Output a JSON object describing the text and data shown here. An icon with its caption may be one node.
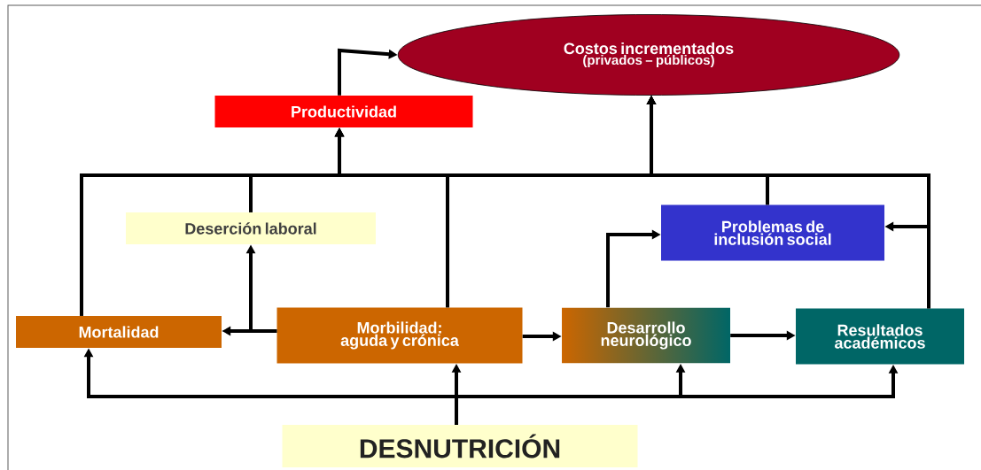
{
  "diagram": {
    "nodes": [
      {
        "text": [
          "Costos incrementados",
          "(privados – públicos)"
        ]
      },
      {
        "text": [
          "Productividad"
        ]
      },
      {
        "text": [
          "Deserción laboral"
        ]
      },
      {
        "text": [
          "Problemas de inclusión social"
        ]
      },
      {
        "text": [
          "Mortalidad"
        ]
      },
      {
        "text": [
          "Morbilidad: aguda y crónica"
        ]
      },
      {
        "text": [
          "Desarrollo neurológico"
        ]
      },
      {
        "text": [
          "Resultados académicos"
        ]
      },
      {
        "text": [
          "DESNUTRICIÓN"
        ]
      }
    ],
    "edges": [
      {
        "from": 1,
        "to": 0,
        "arrow": "to"
      },
      {
        "from": 4,
        "to": 1,
        "arrow": "to"
      },
      {
        "from": 2,
        "to": 1,
        "arrow": "to"
      },
      {
        "from": 5,
        "to": 1,
        "arrow": "to"
      },
      {
        "from": 3,
        "to": 1,
        "arrow": "to"
      },
      {
        "from": 7,
        "to": 1,
        "arrow": "to"
      },
      {
        "from": 4,
        "to": 0,
        "arrow": "to"
      },
      {
        "from": 2,
        "to": 0,
        "arrow": "to"
      },
      {
        "from": 5,
        "to": 0,
        "arrow": "to"
      },
      {
        "from": 3,
        "to": 0,
        "arrow": "to"
      },
      {
        "from": 7,
        "to": 0,
        "arrow": "to"
      },
      {
        "from": 7,
        "to": 3,
        "arrow": "to"
      },
      {
        "from": 5,
        "to": 4,
        "arrow": "to"
      },
      {
        "from": 5,
        "to": 2,
        "arrow": "to"
      },
      {
        "from": 5,
        "to": 6,
        "arrow": "to"
      },
      {
        "from": 6,
        "to": 7,
        "arrow": "to"
      },
      {
        "from": 6,
        "to": 3,
        "arrow": "to"
      },
      {
        "from": 8,
        "to": 4,
        "arrow": "to"
      },
      {
        "from": 8,
        "to": 5,
        "arrow": "to"
      },
      {
        "from": 8,
        "to": 6,
        "arrow": "to"
      },
      {
        "from": 8,
        "to": 7,
        "arrow": "to"
      }
    ]
  }
}
